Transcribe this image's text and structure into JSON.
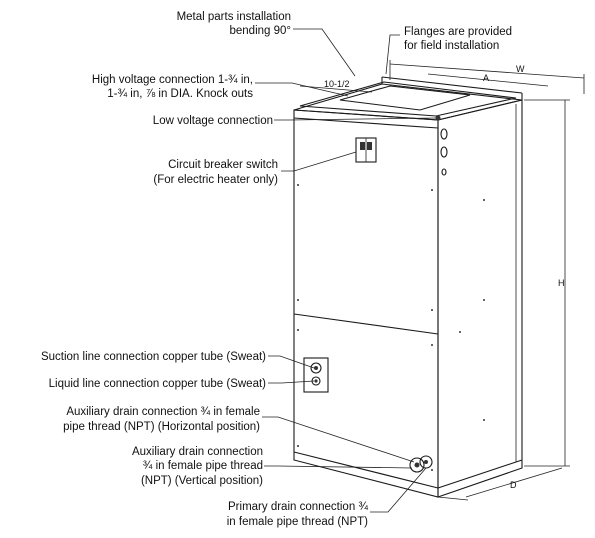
{
  "callouts": {
    "metal_parts": [
      "Metal parts installation",
      "bending 90°"
    ],
    "flanges": [
      "Flanges are provided",
      "for field installation"
    ],
    "high_voltage": [
      "High voltage connection 1-¾ in,",
      "1-¾ in, ⅞ in DIA. Knock outs"
    ],
    "low_voltage": [
      "Low voltage connection"
    ],
    "breaker": [
      "Circuit breaker switch",
      "(For electric heater only)"
    ],
    "suction": [
      "Suction line connection copper tube (Sweat)"
    ],
    "liquid": [
      "Liquid line connection copper tube (Sweat)"
    ],
    "aux_horizontal": [
      "Auxiliary drain connection ¾ in female",
      "pipe thread (NPT) (Horizontal position)"
    ],
    "aux_vertical": [
      "Auxiliary drain connection",
      "¾ in female pipe thread",
      "(NPT) (Vertical position)"
    ],
    "primary_drain": [
      "Primary drain connection ¾",
      "in female pipe thread (NPT)"
    ]
  },
  "dimensions": {
    "width": "W",
    "a": "A",
    "height": "H",
    "depth": "D",
    "offset": "10-1/2"
  },
  "colors": {
    "line": "#1a1a1a",
    "panel": "#ffffff",
    "shade": "#dcdcdc"
  }
}
